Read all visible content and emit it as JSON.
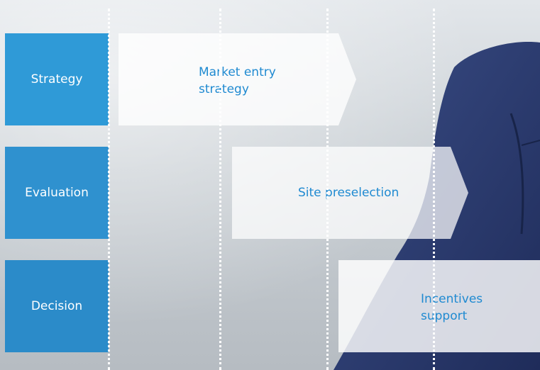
{
  "phases": [
    {
      "label": "Strategy"
    },
    {
      "label": "Evaluation"
    },
    {
      "label": "Decision"
    }
  ],
  "services": [
    {
      "label_line1": "Market entry",
      "label_line2": "strategy"
    },
    {
      "label": "Site preselection"
    },
    {
      "label_line1": "Incentives",
      "label_line2": "support"
    }
  ],
  "colors": {
    "phase_blue": "#2f9ad7",
    "service_text": "#1f8ad1",
    "suit": "#2a3a6e"
  }
}
